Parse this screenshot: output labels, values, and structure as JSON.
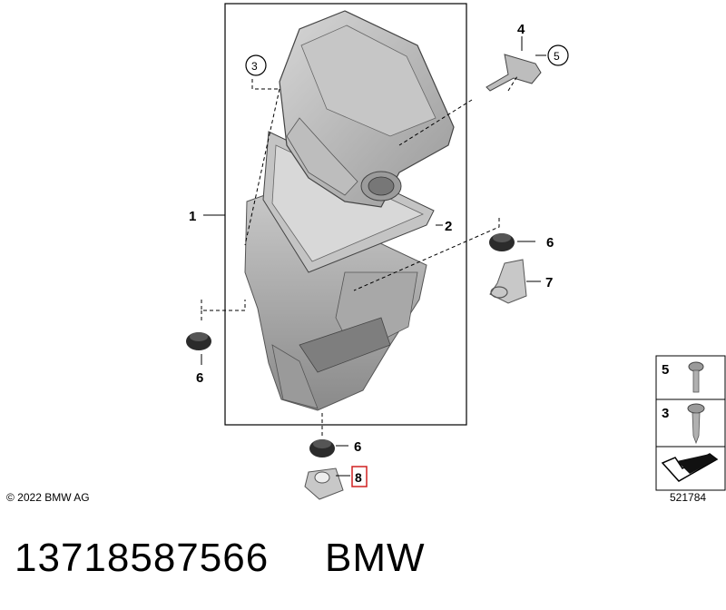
{
  "callouts": {
    "c1": "1",
    "c2": "2",
    "c3": "3",
    "c4": "4",
    "c5": "5",
    "c6a": "6",
    "c6b": "6",
    "c6c": "6",
    "c7": "7",
    "c8": "8"
  },
  "legend": {
    "row1": "5",
    "row2": "3"
  },
  "copyright": "© 2022 BMW AG",
  "diagram_ref": "521784",
  "part_number": "13718587566",
  "brand": "BMW",
  "colors": {
    "part_fill": "#b9b9b9",
    "part_dark": "#8e8e8e",
    "part_light": "#dcdcdc",
    "highlight": "#d02020"
  }
}
